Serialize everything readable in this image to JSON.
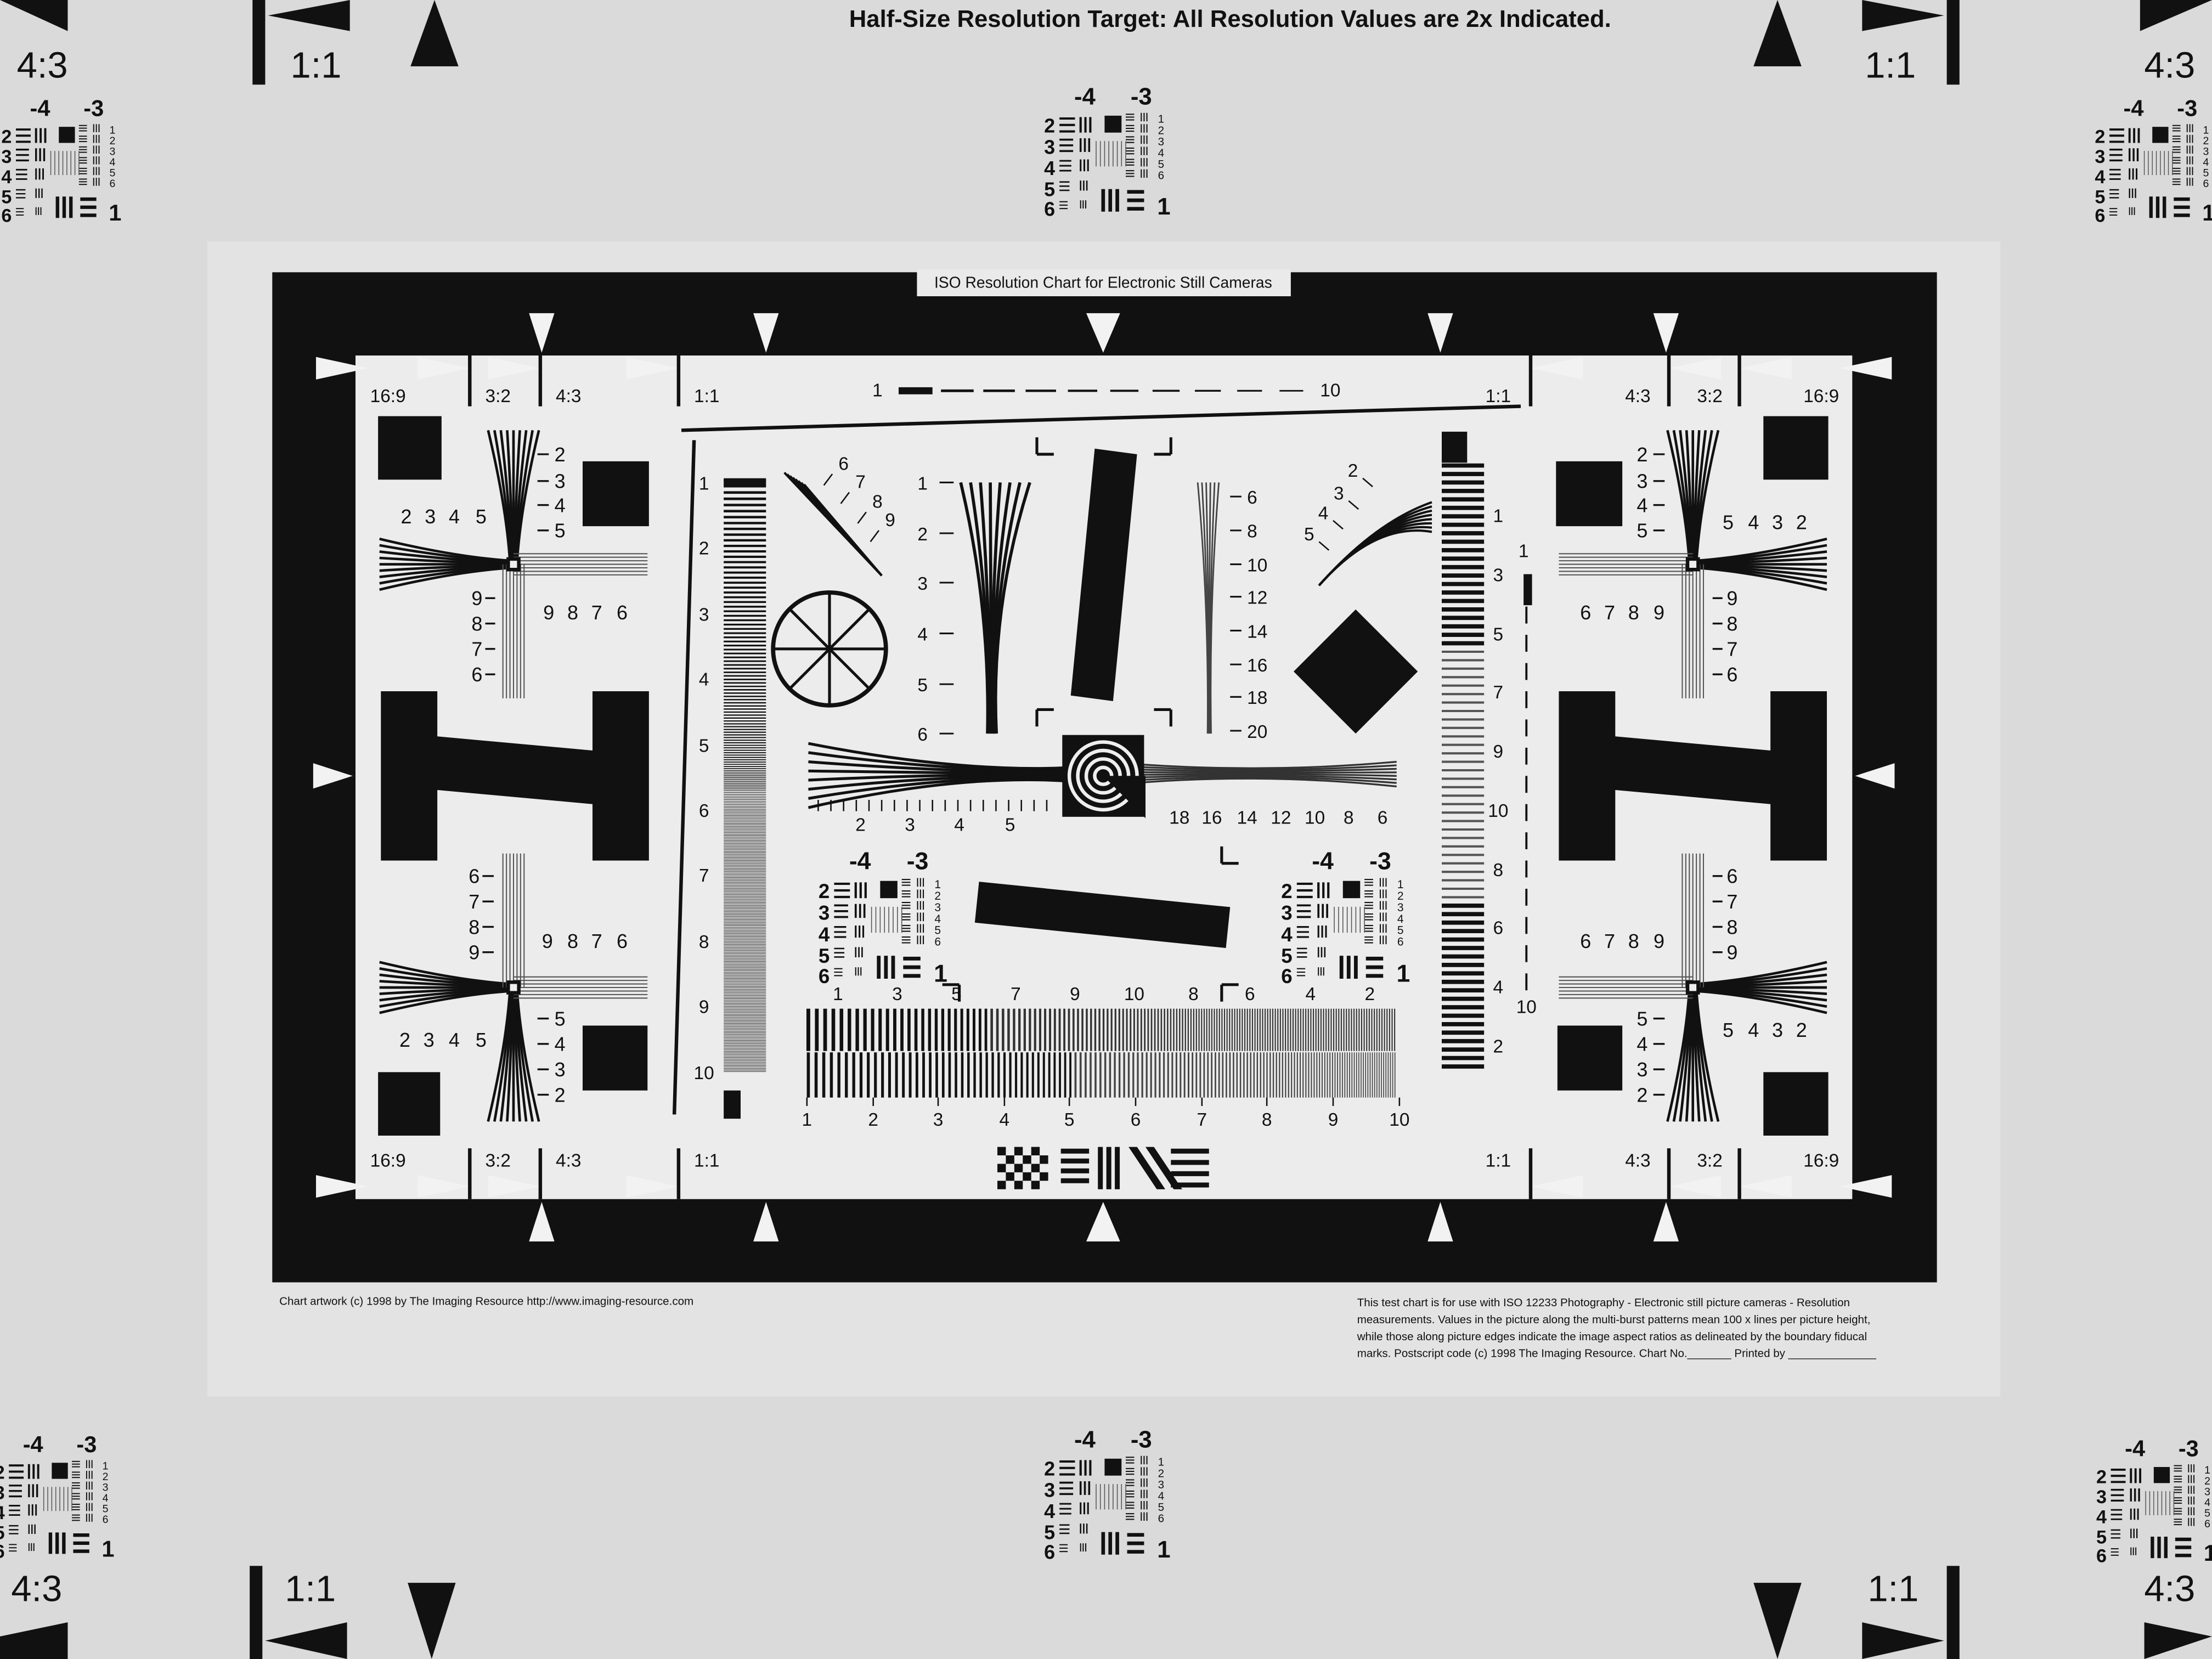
{
  "header": {
    "title": "Half-Size Resolution Target: All Resolution Values are 2x Indicated."
  },
  "outer_marks": {
    "ratio_43": "4:3",
    "ratio_11": "1:1"
  },
  "mini_target": {
    "label_a": "-4",
    "label_b": "-3",
    "rows": [
      "2",
      "3",
      "4",
      "5",
      "6"
    ],
    "small_rows": [
      "1",
      "2",
      "3",
      "4",
      "5",
      "6"
    ],
    "corner": "1"
  },
  "chart": {
    "title": "ISO Resolution Chart for Electronic Still Cameras",
    "aspect_labels": [
      "16:9",
      "3:2",
      "4:3",
      "1:1"
    ],
    "top_scale": [
      "1",
      "10"
    ],
    "left_scale": [
      "1",
      "2",
      "3",
      "4",
      "5",
      "6",
      "7",
      "8",
      "9",
      "10"
    ],
    "right_scale": [
      "1",
      "3",
      "5",
      "7",
      "9",
      "10",
      "8",
      "6",
      "4",
      "2"
    ],
    "right_outer_scale": [
      "1",
      "10"
    ],
    "multiburst_top": [
      "1",
      "3",
      "5",
      "7",
      "9",
      "10",
      "8",
      "6",
      "4",
      "2"
    ],
    "multiburst_bottom": [
      "1",
      "2",
      "3",
      "4",
      "5",
      "6",
      "7",
      "8",
      "9",
      "10"
    ],
    "horiz_wedge_left": [
      "2",
      "3",
      "4",
      "5"
    ],
    "horiz_wedge_right": [
      "18",
      "16",
      "14",
      "12",
      "10",
      "8",
      "6"
    ],
    "vert_wedge_left": [
      "1",
      "2",
      "3",
      "4",
      "5",
      "6"
    ],
    "vert_wedge_right": [
      "6",
      "8",
      "10",
      "12",
      "14",
      "16",
      "18",
      "20"
    ],
    "diag_left": [
      "6",
      "7",
      "8",
      "9"
    ],
    "diag_right": [
      "2",
      "3",
      "4",
      "5"
    ],
    "crosshair_low": [
      "2",
      "3",
      "4",
      "5"
    ],
    "crosshair_high": [
      "6",
      "7",
      "8",
      "9"
    ]
  },
  "footer": {
    "left": "Chart artwork (c) 1998 by The Imaging Resource http://www.imaging-resource.com",
    "right_lines": [
      "This test chart is for use with ISO 12233 Photography - Electronic still picture cameras - Resolution",
      "measurements. Values in the picture along the multi-burst patterns mean 100 x lines per picture height,",
      "while those along picture edges indicate the image aspect ratios as delineated by the boundary fiducal",
      "marks. Postscript code  (c) 1998 The Imaging Resource. Chart No._______ Printed by ______________"
    ]
  }
}
